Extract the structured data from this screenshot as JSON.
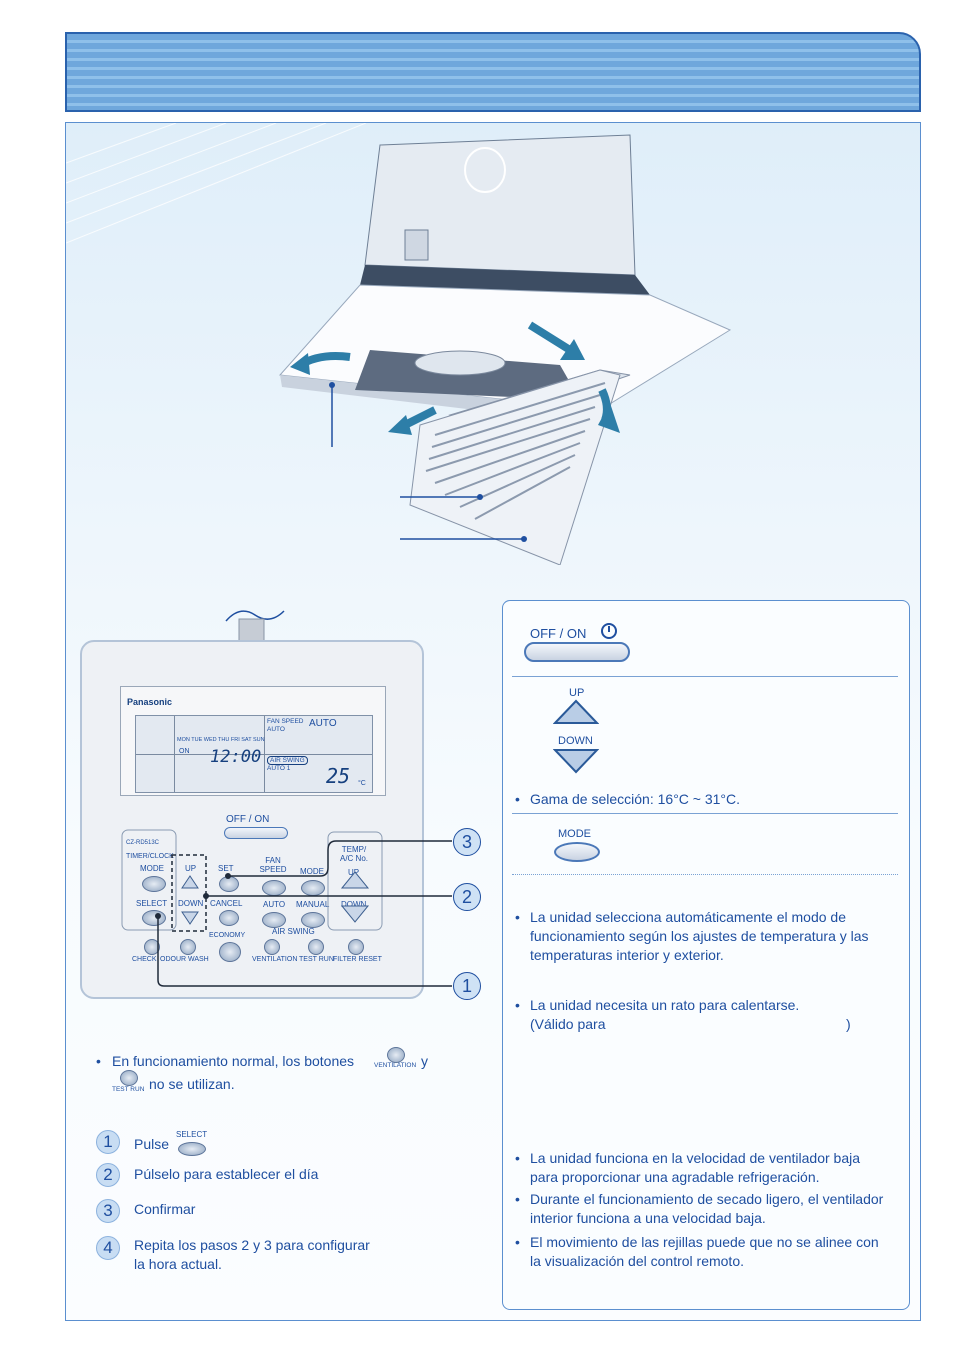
{
  "remote": {
    "brand": "Panasonic",
    "days": "MON TUE WED THU  FRI  SAT  SUN",
    "on": "ON",
    "clock": "12:00",
    "fan_speed": "FAN SPEED",
    "fan_speed_value": "AUTO",
    "mode_value": "AUTO",
    "air_swing": "AIR SWING",
    "air_swing_value": "AUTO 1",
    "temp": "25",
    "temp_unit": "°C",
    "off_on": "OFF / ON",
    "model": "CZ-RD513C",
    "timer_clock": "TIMER/CLOCK",
    "mode": "MODE",
    "up": "UP",
    "set": "SET",
    "fan_speed_btn": "FAN SPEED",
    "mode_btn": "MODE",
    "temp_ac": "TEMP/ A/C No.",
    "temp_up": "UP",
    "select": "SELECT",
    "down": "DOWN",
    "cancel": "CANCEL",
    "auto": "AUTO",
    "manual": "MANUAL",
    "temp_down": "DOWN",
    "air_swing_btn": "AIR SWING",
    "economy": "ECONOMY",
    "check": "CHECK",
    "odour_wash": "ODOUR WASH",
    "ventilation": "VENTILATION",
    "test_run": "TEST RUN",
    "filter_reset": "FILTER RESET"
  },
  "callouts": [
    "3",
    "2",
    "1"
  ],
  "note": {
    "part1": "En funcionamiento normal, los botones",
    "ventilation_label": "VENTILATION",
    "part2": "y",
    "test_run_label": "TEST RUN",
    "part3": "no se utilizan."
  },
  "steps": [
    {
      "num": "1",
      "text": "Pulse",
      "button": "SELECT"
    },
    {
      "num": "2",
      "text": "Púlselo para establecer el día"
    },
    {
      "num": "3",
      "text": "Confirmar"
    },
    {
      "num": "4",
      "text": "Repita los pasos 2 y 3 para configurar la hora actual."
    }
  ],
  "panel": {
    "off_on": "OFF / ON",
    "up": "UP",
    "down": "DOWN",
    "range": "Gama de selección: 16°C ~ 31°C.",
    "mode": "MODE",
    "auto_text": "La unidad selecciona automáticamente el modo de funcionamiento según los ajustes de temperatura y las temperaturas interior y exterior.",
    "heat_text": "La unidad necesita un rato para calentarse.",
    "heat_valid": "(Válido para",
    "heat_close": ")",
    "dry_1": "La unidad funciona en la velocidad de ventilador baja para proporcionar una agradable refrigeración.",
    "dry_2": "Durante el funcionamiento de secado ligero, el ventilador interior funciona a una velocidad baja.",
    "dry_3": "El movimiento de las rejillas puede que no se alinee con la visualización del control remoto."
  },
  "colors": {
    "accent": "#1f4fa0",
    "header": "#6fa7dc",
    "frame": "#5b8fcf"
  }
}
